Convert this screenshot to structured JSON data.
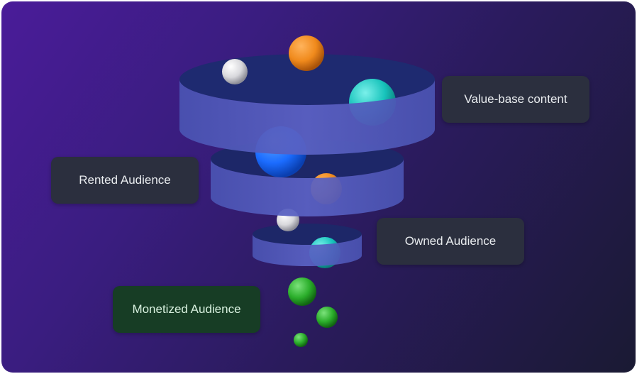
{
  "stages": [
    {
      "label": "Value-base content"
    },
    {
      "label": "Rented Audience"
    },
    {
      "label": "Owned Audience"
    },
    {
      "label": "Monetized Audience"
    }
  ],
  "colors": {
    "tier": "#4f57b8",
    "tier_top": "#1e2a70",
    "orange": "#f08a1c",
    "teal": "#1ac8c0",
    "blue": "#1d6fff",
    "white": "#e8e8ea",
    "green": "#2fb52f"
  }
}
